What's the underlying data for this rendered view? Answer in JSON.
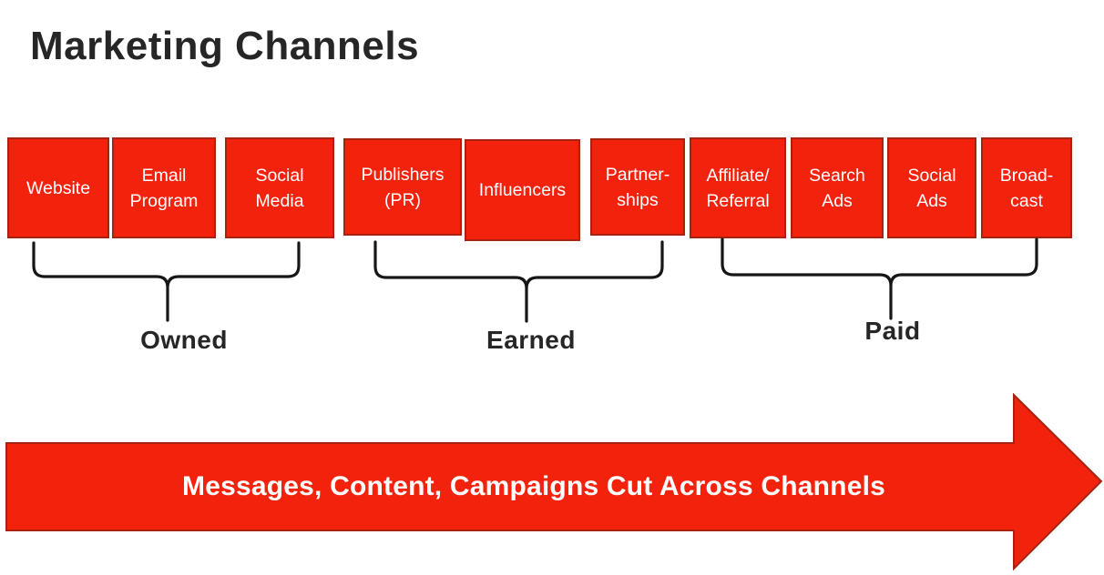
{
  "title": "Marketing Channels",
  "groups": [
    {
      "label": "Owned",
      "items": [
        "Website",
        "Email\nProgram",
        "Social\nMedia"
      ]
    },
    {
      "label": "Earned",
      "items": [
        "Publishers\n(PR)",
        "Influencers",
        "Partner-\nships"
      ]
    },
    {
      "label": "Paid",
      "items": [
        "Affiliate/\nReferral",
        "Search\nAds",
        "Social\nAds",
        "Broad-\ncast"
      ]
    }
  ],
  "arrow_label": "Messages, Content, Campaigns Cut Across Channels",
  "colors": {
    "shape_fill": "#F3220D",
    "shape_border": "#A52310",
    "label_text": "#262626",
    "shape_text": "#FFFFFF"
  }
}
